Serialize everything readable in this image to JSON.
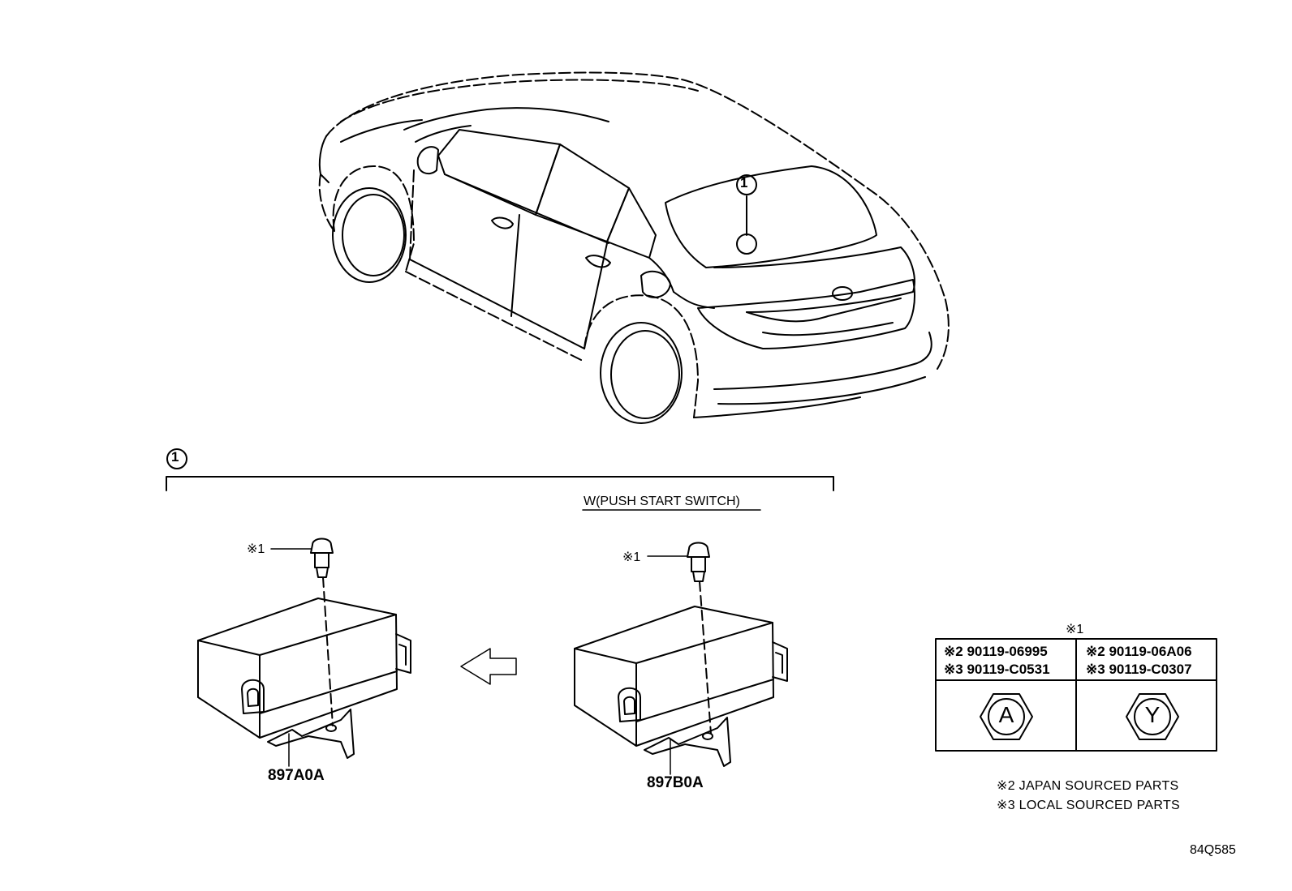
{
  "callout": {
    "number": "1"
  },
  "group": {
    "number": "1",
    "variant_label": "W(PUSH START SWITCH)"
  },
  "parts": [
    {
      "part_no": "897A0A",
      "bolt_ref": "※1"
    },
    {
      "part_no": "897B0A",
      "bolt_ref": "※1"
    }
  ],
  "bolt_table": {
    "title": "※1",
    "columns": [
      {
        "row1_mark": "※2",
        "row1_code": "90119-06995",
        "row2_mark": "※3",
        "row2_code": "90119-C0531",
        "head_letter": "A"
      },
      {
        "row1_mark": "※2",
        "row1_code": "90119-06A06",
        "row2_mark": "※3",
        "row2_code": "90119-C0307",
        "head_letter": "Y"
      }
    ]
  },
  "notes": [
    "※2 JAPAN SOURCED PARTS",
    "※3 LOCAL SOURCED PARTS"
  ],
  "diagram_id": "84Q585"
}
